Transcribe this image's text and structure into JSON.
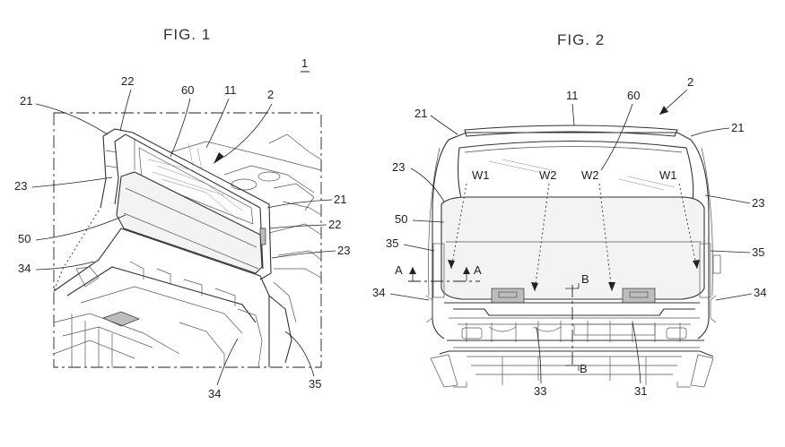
{
  "figures": [
    {
      "title": "FIG. 1",
      "ref": "1",
      "labels": [
        "22",
        "60",
        "11",
        "2",
        "21",
        "23",
        "21",
        "22",
        "50",
        "23",
        "34",
        "35",
        "34"
      ]
    },
    {
      "title": "FIG. 2",
      "labels": [
        "11",
        "60",
        "2",
        "21",
        "21",
        "23",
        "W1",
        "W2",
        "W2",
        "W1",
        "23",
        "50",
        "35",
        "35",
        "A",
        "A",
        "B",
        "34",
        "34",
        "B",
        "33",
        "31"
      ]
    }
  ]
}
